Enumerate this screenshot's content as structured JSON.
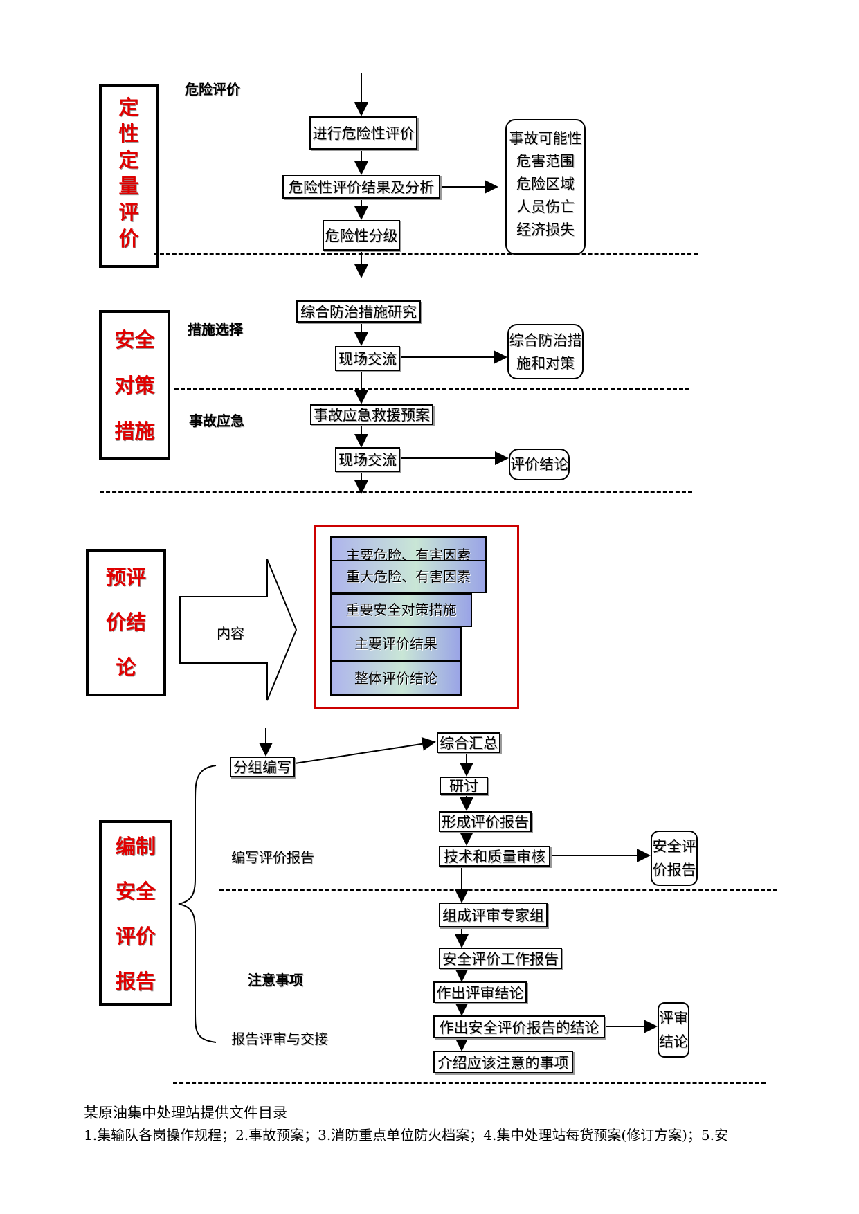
{
  "sections": {
    "s1": {
      "title": "定性定量评价",
      "lines": [
        "定",
        "性",
        "定",
        "量",
        "评",
        "价"
      ]
    },
    "s2": {
      "title": "安全对策措施",
      "lines": [
        "安全",
        "对策",
        "措施"
      ]
    },
    "s3": {
      "title": "预评价结论",
      "lines": [
        "预评",
        "价结",
        "论"
      ]
    },
    "s4": {
      "title": "编制安全评价报告",
      "lines": [
        "编制",
        "安全",
        "评价",
        "报告"
      ]
    }
  },
  "labels": {
    "danger_eval": "危险评价",
    "measure_select": "措施选择",
    "accident_emergency": "事故应急",
    "content": "内容",
    "write_report": "编写评价报告",
    "notes": "注意事项",
    "review_handover": "报告评审与交接"
  },
  "flow1": {
    "steps": [
      "进行危险性评价",
      "危险性评价结果及分析",
      "危险性分级"
    ],
    "result_lines": [
      "事故可能性",
      "危害范围",
      "危险区域",
      "人员伤亡",
      "经济损失"
    ]
  },
  "flow2": {
    "steps": [
      "综合防治措施研究",
      "现场交流"
    ],
    "result_lines": [
      "综合防治措",
      "施和对策"
    ]
  },
  "flow3": {
    "steps": [
      "事故应急救援预案",
      "现场交流"
    ],
    "result_lines": [
      "评价结论"
    ]
  },
  "conclusion_items": [
    "主要危险、有害因素",
    "重大危险、有害因素",
    "重要安全对策措施",
    "主要评价结果",
    "整体评价结论"
  ],
  "flow4": {
    "group_write": "分组编写",
    "steps": [
      "综合汇总",
      "研讨",
      "形成评价报告",
      "技术和质量审核"
    ],
    "result_lines": [
      "安全评",
      "价报告"
    ]
  },
  "flow5": {
    "steps": [
      "组成评审专家组",
      "安全评价工作报告",
      "作出评审结论",
      "作出安全评价报告的结论",
      "介绍应该注意的事项"
    ],
    "result_lines": [
      "评审",
      "结论"
    ]
  },
  "footer": {
    "heading": "某原油集中处理站提供文件目录",
    "text": "1.集输队各岗操作规程；2.事故预案；3.消防重点单位防火档案；4.集中处理站每货预案(修订方案)；5.安"
  },
  "colors": {
    "section_text": "#e00000",
    "frame": "#cc0000",
    "stack_start": "#aeb4ec",
    "stack_mid": "#c9e6d6"
  }
}
